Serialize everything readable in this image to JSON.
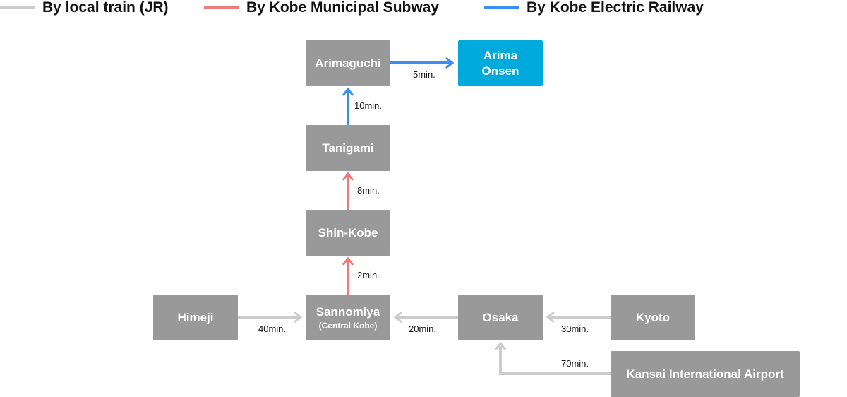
{
  "colors": {
    "jr": "#cccccc",
    "subway": "#f07a7a",
    "electric": "#3a8ff0",
    "station": "#999999",
    "destination": "#00a9db"
  },
  "legend": [
    {
      "label": "By local train (JR)",
      "color": "#cccccc"
    },
    {
      "label": "By Kobe Municipal Subway",
      "color": "#f07a7a"
    },
    {
      "label": "By Kobe Electric Railway",
      "color": "#3a8ff0"
    }
  ],
  "stations": {
    "arimaguchi": {
      "name": "Arimaguchi"
    },
    "arima_onsen": {
      "line1": "Arima",
      "line2": "Onsen"
    },
    "tanigami": {
      "name": "Tanigami"
    },
    "shin_kobe": {
      "name": "Shin-Kobe"
    },
    "sannomiya": {
      "name": "Sannomiya",
      "sub": "(Central Kobe)"
    },
    "himeji": {
      "name": "Himeji"
    },
    "osaka": {
      "name": "Osaka"
    },
    "kyoto": {
      "name": "Kyoto"
    },
    "kansai_airport": {
      "name": "Kansai International Airport"
    }
  },
  "times": {
    "arimaguchi_arima": "5min.",
    "tanigami_arimaguchi": "10min.",
    "shinkobe_tanigami": "8min.",
    "sannomiya_shinkobe": "2min.",
    "himeji_sannomiya": "40min.",
    "osaka_sannomiya": "20min.",
    "kyoto_osaka": "30min.",
    "airport_osaka": "70min."
  }
}
